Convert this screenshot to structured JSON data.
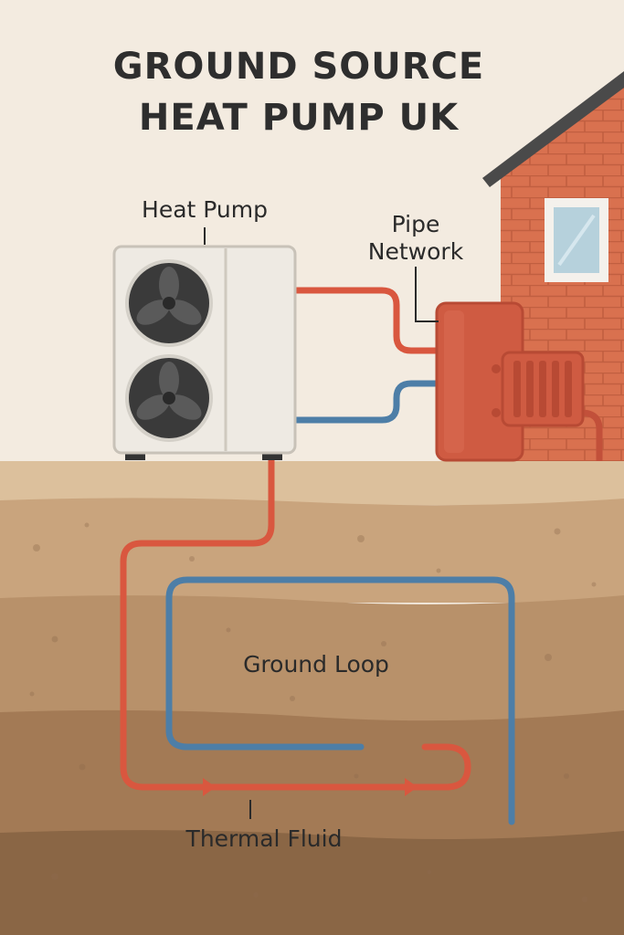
{
  "title": {
    "line1": "GROUND SOURCE",
    "line2": "HEAT PUMP UK"
  },
  "labels": {
    "heat_pump": "Heat Pump",
    "pipe_network_line1": "Pipe",
    "pipe_network_line2": "Network",
    "ground_loop": "Ground Loop",
    "thermal_fluid": "Thermal Fluid"
  },
  "colors": {
    "background": "#f3ebe0",
    "hot_pipe": "#d9573f",
    "cold_pipe": "#4d7ea7",
    "brick": "#d9714f",
    "roof": "#4a4a4a",
    "unit_body": "#eeeae3",
    "fan": "#3a3a3a",
    "tank": "#cf5b42",
    "soil_top": "#dcc09c",
    "soil_mid": "#c9a47d",
    "soil_deep": "#a37a55",
    "soil_bottom": "#8a6645"
  },
  "icons": {
    "fan_top": "fan-icon",
    "fan_bottom": "fan-icon",
    "flow_arrows": "arrow-right-icon"
  }
}
